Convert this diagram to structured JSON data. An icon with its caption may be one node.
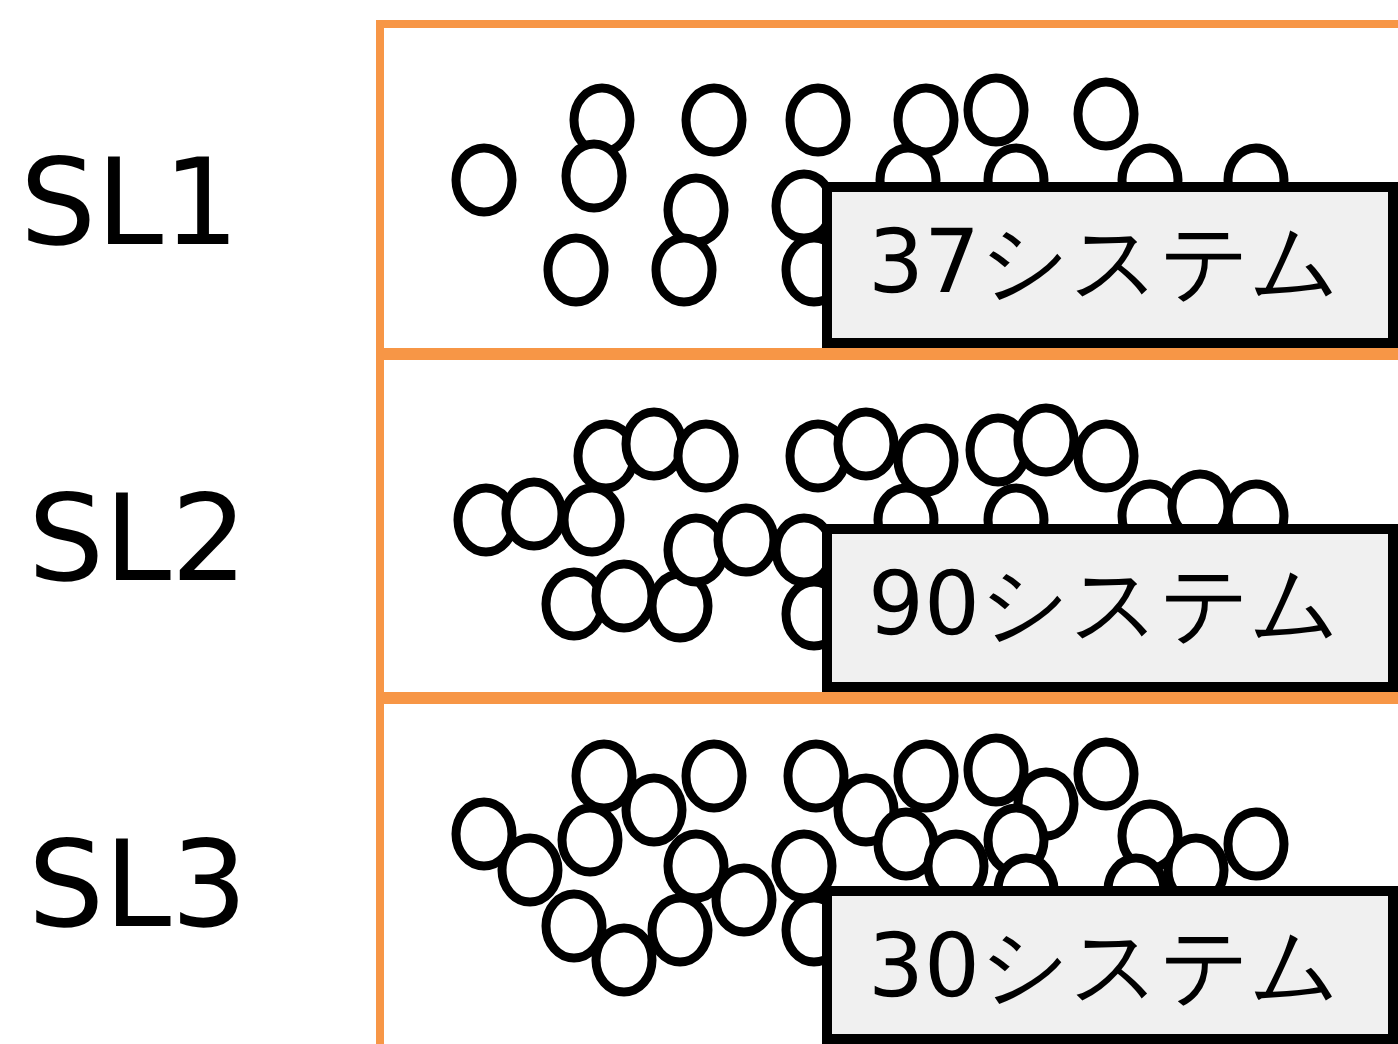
{
  "diagram": {
    "nodes": [
      {
        "text": [
          "SL1"
        ]
      },
      {
        "text": [
          "37システム"
        ],
        "in": 0
      },
      {
        "text": [
          "SL2"
        ]
      },
      {
        "text": [
          "90システム"
        ],
        "in": 2
      },
      {
        "text": [
          "SL3"
        ]
      },
      {
        "text": [
          "30システム"
        ],
        "in": 4
      }
    ]
  }
}
